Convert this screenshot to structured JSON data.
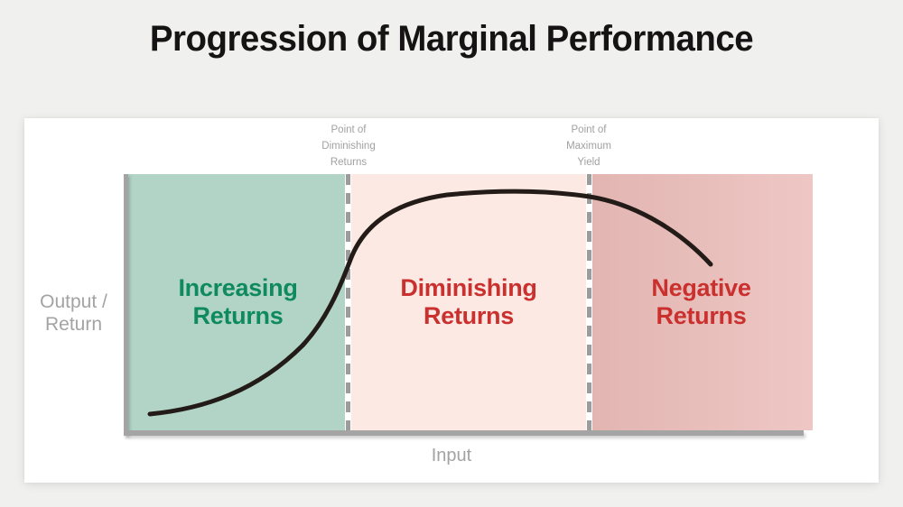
{
  "title": "Progression of Marginal Performance",
  "chart": {
    "type": "conceptual-diagram",
    "y_axis_label_lines": [
      "Output /",
      "Return"
    ],
    "x_axis_label": "Input",
    "annotations": [
      {
        "name": "point-of-diminishing-returns",
        "lines": [
          "Point of",
          "Diminishing",
          "Returns"
        ]
      },
      {
        "name": "point-of-maximum-yield",
        "lines": [
          "Point of",
          "Maximum",
          "Yield"
        ]
      }
    ],
    "zones": [
      {
        "label_lines": [
          "Increasing",
          "Returns"
        ],
        "fill": "#b1d4c7",
        "text_color": "#0f8a60"
      },
      {
        "label_lines": [
          "Diminishing",
          "Returns"
        ],
        "fill": "#fce9e3",
        "text_color": "#c9302e"
      },
      {
        "label_lines": [
          "Negative",
          "Returns"
        ],
        "fill": "#e9c1be",
        "fill_gradient": "linear-gradient(90deg,#e2b5b1,#eec7c4)",
        "text_color": "#c9302e"
      }
    ],
    "curve": {
      "description": "Output rises slowly then steeply through the increasing-returns zone, inflects at the point of diminishing returns, plateaus to a maximum at the point of maximum yield, then declines in the negative-returns zone",
      "color": "#231b17"
    }
  }
}
